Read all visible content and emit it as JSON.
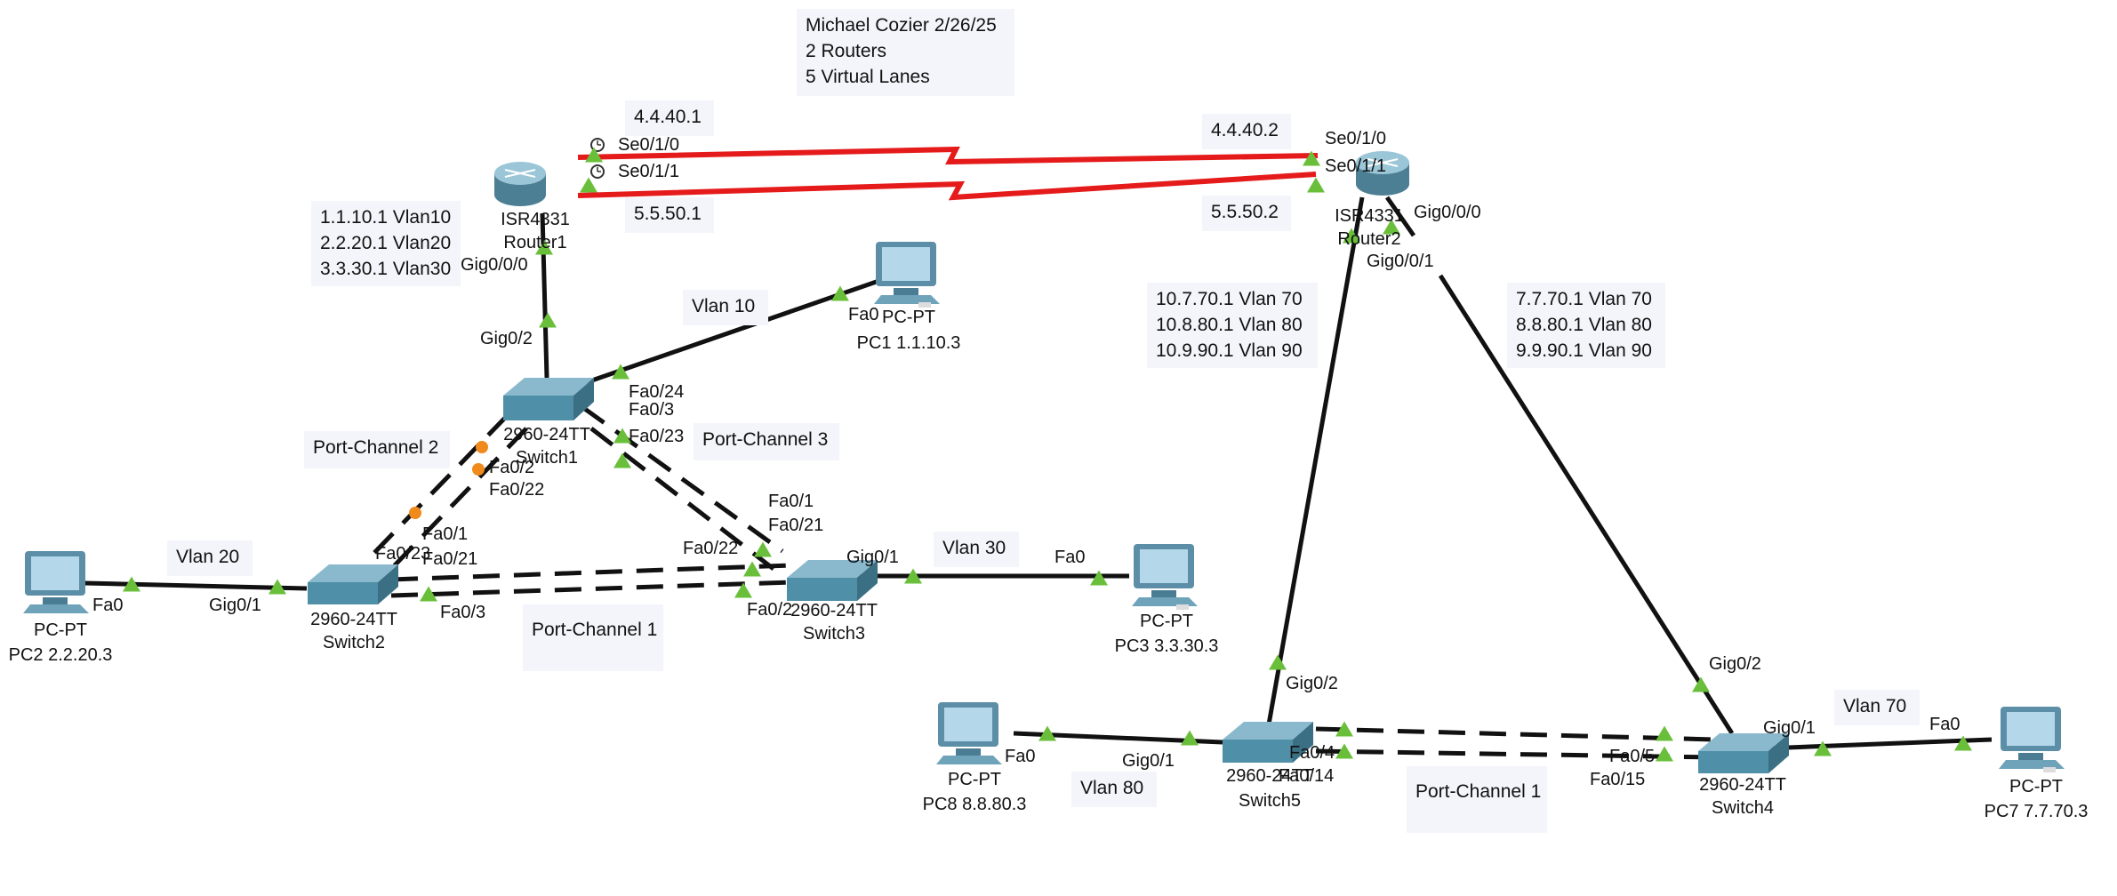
{
  "notes": {
    "header": [
      "Michael Cozier 2/26/25",
      "2 Routers",
      "5 Virtual Lanes"
    ],
    "router1_subifs": [
      "1.1.10.1 Vlan10",
      "2.2.20.1 Vlan20",
      "3.3.30.1 Vlan30"
    ],
    "router2_gig000": [
      "10.7.70.1 Vlan 70",
      "10.8.80.1 Vlan 80",
      "10.9.90.1 Vlan 90"
    ],
    "router2_gig001": [
      "7.7.70.1 Vlan 70",
      "8.8.80.1 Vlan 80",
      "9.9.90.1 Vlan 90"
    ],
    "ip_r1_s0": "4.4.40.1",
    "ip_r1_s1": "5.5.50.1",
    "ip_r2_s0": "4.4.40.2",
    "ip_r2_s1": "5.5.50.2",
    "vlan10": "Vlan 10",
    "vlan20": "Vlan 20",
    "vlan30": "Vlan 30",
    "vlan70": "Vlan 70",
    "vlan80": "Vlan 80",
    "pc2": "Port-Channel 2",
    "pc3": "Port-Channel 3",
    "pc1_left": "Port-Channel 1",
    "pc1_right": "Port-Channel 1"
  },
  "devices": {
    "router1": {
      "model": "ISR4331",
      "name": "Router1"
    },
    "router2": {
      "model": "ISR4331",
      "name": "Router2"
    },
    "switch1": {
      "model": "2960-24TT",
      "name": "Switch1"
    },
    "switch2": {
      "model": "2960-24TT",
      "name": "Switch2"
    },
    "switch3": {
      "model": "2960-24TT",
      "name": "Switch3"
    },
    "switch4": {
      "model": "2960-24TT",
      "name": "Switch4"
    },
    "switch5": {
      "model": "2960-24TT",
      "name": "Switch5"
    },
    "pc1": {
      "model": "PC-PT",
      "name": "PC1 1.1.10.3"
    },
    "pc2": {
      "model": "PC-PT",
      "name": "PC2 2.2.20.3"
    },
    "pc3": {
      "model": "PC-PT",
      "name": "PC3 3.3.30.3"
    },
    "pc7": {
      "model": "PC-PT",
      "name": "PC7 7.7.70.3"
    },
    "pc8": {
      "model": "PC-PT",
      "name": "PC8 8.8.80.3"
    }
  },
  "ports": {
    "r1_se010": "Se0/1/0",
    "r1_se011": "Se0/1/1",
    "r1_gig000": "Gig0/0/0",
    "r2_se010": "Se0/1/0",
    "r2_se011": "Se0/1/1",
    "r2_gig000": "Gig0/0/0",
    "r2_gig001": "Gig0/0/1",
    "s1_gig02": "Gig0/2",
    "s1_fa024": "Fa0/24",
    "s1_fa03": "Fa0/3",
    "s1_fa023": "Fa0/23",
    "s1_fa02": "Fa0/2",
    "s1_fa022": "Fa0/22",
    "pc1_fa0": "Fa0",
    "s2_fa01": "Fa0/1",
    "s2_fa021": "Fa0/21",
    "s2_fa023": "Fa0/23",
    "s2_fa03": "Fa0/3",
    "s2_gig01": "Gig0/1",
    "pc2_fa0": "Fa0",
    "s3_fa01": "Fa0/1",
    "s3_fa021": "Fa0/21",
    "s3_fa022": "Fa0/22",
    "s3_fa02": "Fa0/2",
    "s3_gig01": "Gig0/1",
    "pc3_fa0": "Fa0",
    "s5_gig02": "Gig0/2",
    "s5_gig01": "Gig0/1",
    "s5_fa04": "Fa0/4",
    "s5_fa014": "Fa0/14",
    "pc8_fa0": "Fa0",
    "s4_gig02": "Gig0/2",
    "s4_gig01": "Gig0/1",
    "s4_fa05": "Fa0/5",
    "s4_fa015": "Fa0/15",
    "pc7_fa0": "Fa0"
  },
  "colors": {
    "serial": "#e51b1b",
    "ethernet": "#111111",
    "link_up": "#6abf3a",
    "link_blocking": "#f08a1c",
    "note_bg": "#f4f5fb",
    "switch_body": "#4f8fa8",
    "router_body": "#6e9fb5",
    "pc_screen": "#7fb6d4"
  },
  "links": [
    {
      "from": "router1",
      "to": "router2",
      "type": "serial"
    },
    {
      "from": "router1",
      "to": "router2",
      "type": "serial"
    },
    {
      "from": "router1",
      "to": "switch1",
      "type": "ethernet"
    },
    {
      "from": "switch1",
      "to": "pc1",
      "type": "ethernet"
    },
    {
      "from": "switch1",
      "to": "switch2",
      "type": "etherchannel",
      "group": "Port-Channel 2"
    },
    {
      "from": "switch1",
      "to": "switch3",
      "type": "etherchannel",
      "group": "Port-Channel 3"
    },
    {
      "from": "switch2",
      "to": "switch3",
      "type": "etherchannel",
      "group": "Port-Channel 1"
    },
    {
      "from": "switch2",
      "to": "pc2",
      "type": "ethernet"
    },
    {
      "from": "switch3",
      "to": "pc3",
      "type": "ethernet"
    },
    {
      "from": "router2",
      "to": "switch5",
      "type": "ethernet"
    },
    {
      "from": "router2",
      "to": "switch4",
      "type": "ethernet"
    },
    {
      "from": "switch5",
      "to": "switch4",
      "type": "etherchannel",
      "group": "Port-Channel 1"
    },
    {
      "from": "switch5",
      "to": "pc8",
      "type": "ethernet"
    },
    {
      "from": "switch4",
      "to": "pc7",
      "type": "ethernet"
    }
  ]
}
